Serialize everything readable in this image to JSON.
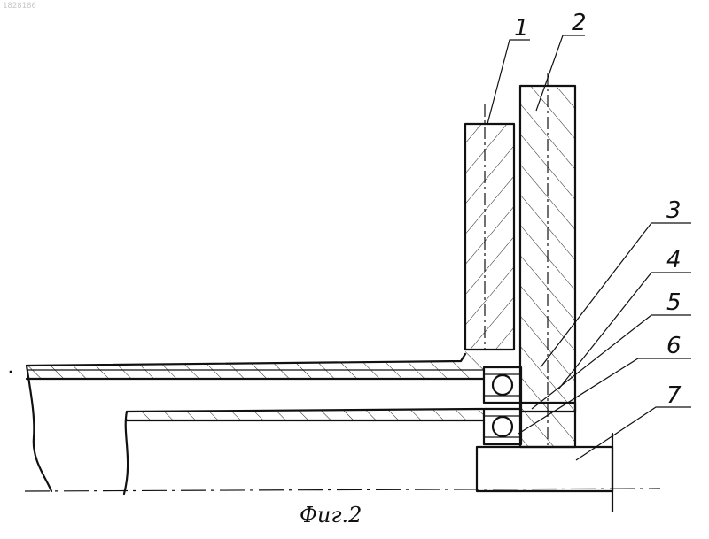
{
  "document_number": "1828186",
  "caption": "Фиг.2",
  "part_labels": [
    "1",
    "2",
    "3",
    "4",
    "5",
    "6",
    "7"
  ]
}
